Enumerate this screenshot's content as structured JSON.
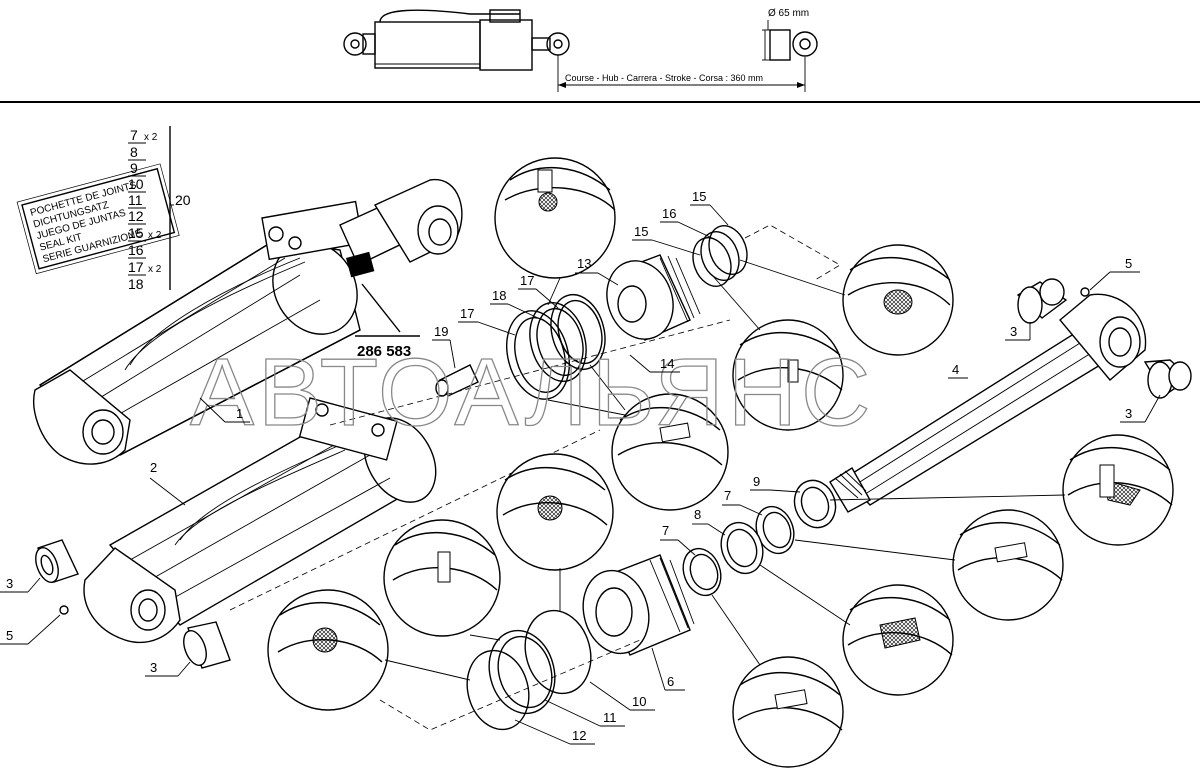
{
  "header": {
    "diameter_label": "Ø 65 mm",
    "stroke_label": "Course - Hub - Carrera - Stroke - Corsa : 360 mm"
  },
  "seal_kit": {
    "lines": [
      "POCHETTE DE JOINTS",
      "DICHTUNGSATZ",
      "JUEGO DE JUNTAS",
      "SEAL KIT",
      "SERIE GUARNIZIONE"
    ],
    "items": [
      {
        "num": "7",
        "qty": "x 2"
      },
      {
        "num": "8",
        "qty": ""
      },
      {
        "num": "9",
        "qty": ""
      },
      {
        "num": "10",
        "qty": ""
      },
      {
        "num": "11",
        "qty": ""
      },
      {
        "num": "12",
        "qty": ""
      },
      {
        "num": "15",
        "qty": "x 2"
      },
      {
        "num": "16",
        "qty": ""
      },
      {
        "num": "17",
        "qty": "x 2"
      },
      {
        "num": "18",
        "qty": ""
      }
    ],
    "group_number": "20"
  },
  "part_code": "286 583",
  "watermark": "АВТОАЛЬЯНС",
  "callouts": {
    "c1": "1",
    "c2": "2",
    "c3a": "3",
    "c3b": "3",
    "c3c": "3",
    "c3d": "3",
    "c4": "4",
    "c5a": "5",
    "c5b": "5",
    "c6": "6",
    "c7a": "7",
    "c7b": "7",
    "c8": "8",
    "c9": "9",
    "c10": "10",
    "c11": "11",
    "c12": "12",
    "c13": "13",
    "c14": "14",
    "c15a": "15",
    "c15b": "15",
    "c16": "16",
    "c17a": "17",
    "c17b": "17",
    "c18": "18",
    "c19": "19"
  }
}
